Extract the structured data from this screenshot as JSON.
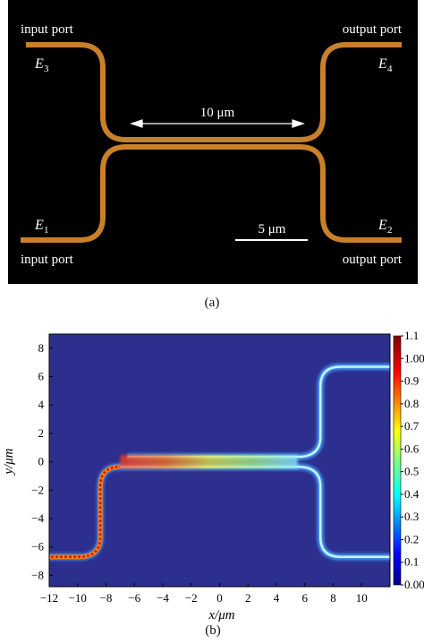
{
  "panel_a": {
    "labels": {
      "input_top": "input port",
      "output_top": "output port",
      "input_bottom": "input port",
      "output_bottom": "output port",
      "e3": "E",
      "e3_sub": "3",
      "e4": "E",
      "e4_sub": "4",
      "e1": "E",
      "e1_sub": "1",
      "e2": "E",
      "e2_sub": "2",
      "length_label": "10 μm",
      "scale_label": "5 μm"
    },
    "colors": {
      "background": "#000000",
      "waveguide": "#c8802a",
      "text": "#ffffff"
    },
    "caption": "(a)"
  },
  "panel_b": {
    "caption": "(b)",
    "chart_data": {
      "type": "heatmap",
      "title": "",
      "xlabel": "x/μm",
      "ylabel": "y/μm",
      "xlim": [
        -12,
        12
      ],
      "ylim": [
        -8.8,
        9
      ],
      "x_ticks": [
        -12,
        -10,
        -8,
        -6,
        -4,
        -2,
        0,
        2,
        4,
        6,
        8,
        10
      ],
      "y_ticks": [
        -8,
        -6,
        -4,
        -2,
        0,
        2,
        4,
        6,
        8
      ],
      "colorbar": {
        "range": [
          0,
          1.1
        ],
        "ticks": [
          "0.00",
          "0.1",
          "0.2",
          "0.3",
          "0.4",
          "0.5",
          "0.6",
          "0.7",
          "0.8",
          "0.9",
          "1.00",
          "1.1"
        ],
        "colormap": "jet"
      },
      "field": {
        "input_port": {
          "x": -12,
          "y": -6.7,
          "intensity": 1.0
        },
        "coupler_region": {
          "x_start": -6.5,
          "x_end": 5.5,
          "y_upper": 0.35,
          "y_lower": -0.35,
          "intensity_range": [
            0.4,
            0.9
          ]
        },
        "output_top": {
          "x": 12,
          "y": 6.7,
          "intensity": 0.3
        },
        "output_bottom": {
          "x": 12,
          "y": -6.7,
          "intensity": 0.3
        }
      }
    }
  }
}
